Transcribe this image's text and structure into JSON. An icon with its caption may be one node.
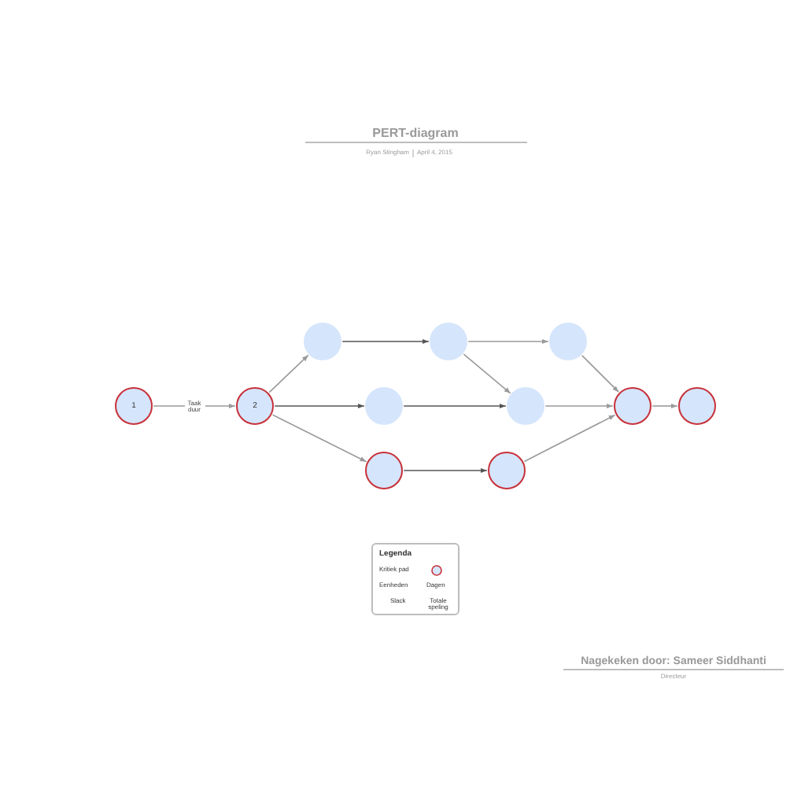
{
  "diagram": {
    "title": "PERT-diagram",
    "nodes": [
      {
        "text": [
          "1"
        ]
      },
      {
        "text": [
          "2"
        ]
      },
      {
        "text": [],
        "shape": "circle"
      },
      {
        "text": [],
        "shape": "circle"
      },
      {
        "text": [],
        "shape": "circle"
      },
      {
        "text": [],
        "shape": "circle"
      },
      {
        "text": [],
        "shape": "circle"
      },
      {
        "text": [],
        "shape": "circle"
      },
      {
        "text": [],
        "shape": "circle"
      },
      {
        "text": [],
        "shape": "circle"
      },
      {
        "text": [],
        "shape": "circle"
      }
    ],
    "edges": [
      {
        "from": 0,
        "to": 1,
        "arrow": "to",
        "label": "Taak duur"
      },
      {
        "from": 1,
        "to": 2,
        "arrow": "to"
      },
      {
        "from": 1,
        "to": 3,
        "arrow": "to",
        "color": "#555555"
      },
      {
        "from": 1,
        "to": 4,
        "arrow": "to"
      },
      {
        "from": 2,
        "to": 5,
        "arrow": "to",
        "color": "#555555"
      },
      {
        "from": 3,
        "to": 7,
        "arrow": "to",
        "color": "#555555"
      },
      {
        "from": 4,
        "to": 6,
        "arrow": "to",
        "color": "#555555"
      },
      {
        "from": 5,
        "to": 8,
        "arrow": "to"
      },
      {
        "from": 5,
        "to": 7,
        "arrow": "to"
      },
      {
        "from": 8,
        "to": 9,
        "arrow": "to"
      },
      {
        "from": 7,
        "to": 9,
        "arrow": "to"
      },
      {
        "from": 6,
        "to": 9,
        "arrow": "to"
      },
      {
        "from": 9,
        "to": 10,
        "arrow": "to"
      }
    ],
    "labels": [
      "Ryan Stingham",
      "April 4, 2015",
      "Legenda",
      "Eenheden",
      "Dagen",
      "Slack",
      "Totale speling",
      "Nagekeken door: Sameer Siddhanti",
      "Directeur"
    ],
    "legend": [
      {
        "text": "Kritiek pad"
      }
    ]
  }
}
